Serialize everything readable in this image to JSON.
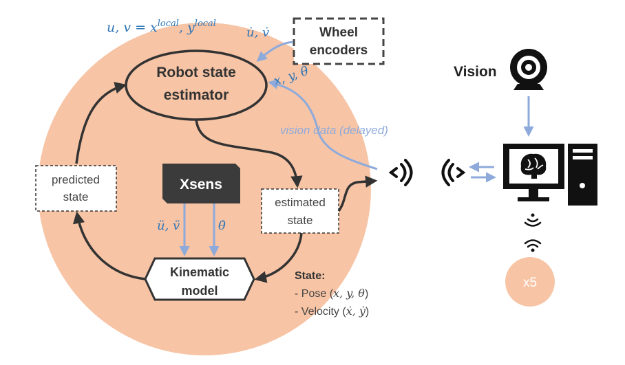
{
  "colors": {
    "robot_body": "#f7c4a5",
    "arrow_dark": "#333333",
    "arrow_blue": "#8eaadb",
    "text_blue": "#2e75b6",
    "xsens_fill": "#3b3b3b",
    "vision_text": "#8eaadb"
  },
  "labels": {
    "top_formula": "u, v = x",
    "top_formula_sup1": "local",
    "top_formula_mid": ", y",
    "top_formula_sup2": "local",
    "udot": "u̇, v̇",
    "xytheta": "x, y, θ",
    "vision_data": "vision data (delayed)",
    "uddot": "ü, v̈",
    "thetadot": "θ̇"
  },
  "nodes": {
    "wheel_line1": "Wheel",
    "wheel_line2": "encoders",
    "estimator_line1": "Robot state",
    "estimator_line2": "estimator",
    "predicted_line1": "predicted",
    "predicted_line2": "state",
    "xsens": "Xsens",
    "estimated_line1": "estimated",
    "estimated_line2": "state",
    "kinematic_line1": "Kinematic",
    "kinematic_line2": "model"
  },
  "state_box": {
    "title": "State:",
    "pose_prefix": "- Pose (",
    "pose_math": "x, y, θ",
    "pose_suffix": ")",
    "vel_prefix": "- Velocity (",
    "vel_math": "ẋ, ẏ",
    "vel_suffix": ")"
  },
  "vision": {
    "label": "Vision",
    "robot_count": "x5"
  },
  "icons": [
    "wireless-signal-icon",
    "webcam-icon",
    "computer-brain-icon",
    "wifi-icon"
  ]
}
